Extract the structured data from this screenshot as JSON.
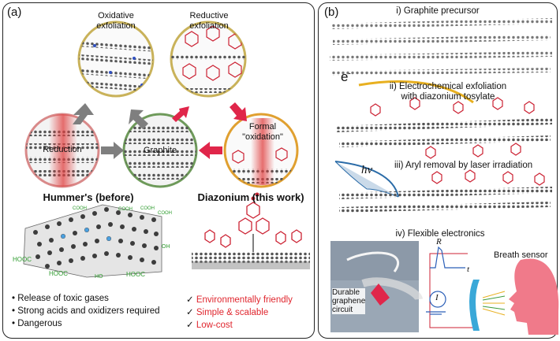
{
  "panel_a": {
    "label": "(a)",
    "oxidative_label_1": "Oxidative",
    "oxidative_label_2": "exfoliation",
    "reductive_label_1": "Reductive",
    "reductive_label_2": "exfoliation",
    "reduction_label": "Reduction",
    "graphite_label": "Graphite",
    "formal_label_1": "Formal",
    "formal_label_2": "\"oxidation\"",
    "hummers_title": "Hummer's (before)",
    "diazonium_title": "Diazonium (this work)",
    "cooh_labels": [
      "COOH",
      "COOH",
      "COOH",
      "HOOC",
      "HOOC",
      "HO",
      "HOOC",
      "OH",
      "COOH"
    ],
    "cons": [
      "• Release of toxic gases",
      "• Strong acids and oxidizers required",
      "• Dangerous"
    ],
    "check": "✓",
    "pros": [
      "Environmentally friendly",
      "Simple & scalable",
      "Low-cost"
    ],
    "colors": {
      "oxidative": "#c9b25a",
      "reductive": "#c9b25a",
      "reduction": "#d98a8a",
      "graphite": "#6e9a5a",
      "formal": "#e0a030",
      "red_arrow": "#e0264a",
      "gray_arrow": "#7f7f7f"
    }
  },
  "panel_b": {
    "label": "(b)",
    "step1": "i) Graphite precursor",
    "step2_1": "ii) Electrochemical exfoliation",
    "step2_2": "with diazonium tosylate",
    "electron": "e",
    "electron_sup": "-",
    "hv": "hν",
    "step3": "iii) Aryl removal by laser irradiation",
    "step4": "iv) Flexible electronics",
    "durable_1": "Durable",
    "durable_2": "graphene",
    "durable_3": "circuit",
    "r_label": "R",
    "t_label": "t",
    "i_label": "I",
    "breath": "Breath sensor"
  }
}
